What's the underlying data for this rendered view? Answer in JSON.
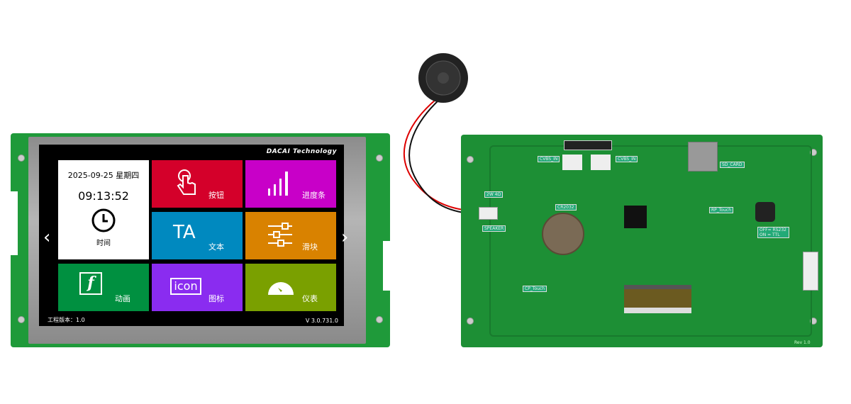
{
  "screen": {
    "brand": "DACAI Technology",
    "date": "2025-09-25 星期四",
    "time": "09:13:52",
    "time_label": "时间",
    "tiles": [
      {
        "label": "按钮",
        "color": "#d4002a",
        "icon": "hand-pointer-icon"
      },
      {
        "label": "进度条",
        "color": "#c800c8",
        "icon": "progress-bars-icon"
      },
      {
        "label": "文本",
        "color": "#0089bf",
        "icon": "text-ta-icon",
        "icon_text": "TA"
      },
      {
        "label": "滑块",
        "color": "#d98200",
        "icon": "slider-icon"
      },
      {
        "label": "动画",
        "color": "#009040",
        "icon": "flash-icon",
        "icon_text": "f"
      },
      {
        "label": "图标",
        "color": "#8a2cf0",
        "icon": "icon-text-icon",
        "icon_text": "icon"
      },
      {
        "label": "仪表",
        "color": "#7aa000",
        "icon": "gauge-icon"
      }
    ],
    "project_version": "工程版本：1.0",
    "firmware_version": "V 3.0.731.0"
  },
  "pcb": {
    "cvbs_in_1": "CVBS_IN",
    "cvbs_in_2": "CVBS_IN",
    "sd_card": "SD_CARD",
    "cr2032": "CR2032",
    "rp_touch": "RP_Touch",
    "cp_touch": "CP_Touch",
    "speaker": "SPEAKER",
    "speaker_rating": "2W 4Ω",
    "mode": "OFF= RS232 ON = TTL",
    "rev": "Rev 1.0"
  }
}
